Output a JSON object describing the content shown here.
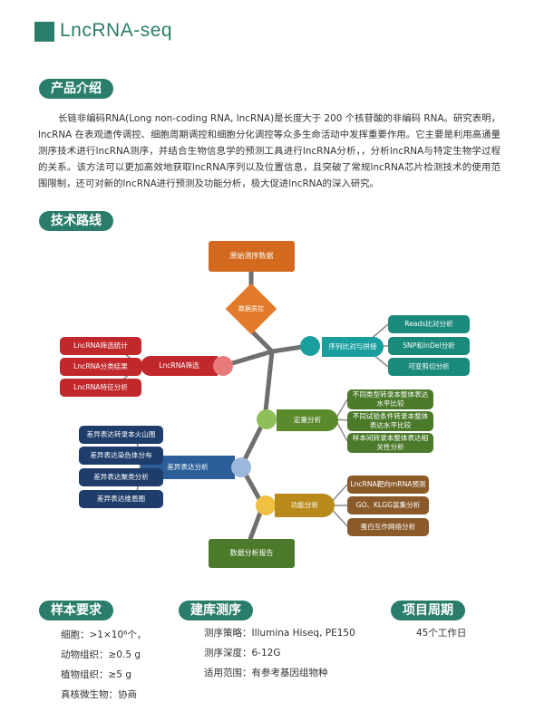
{
  "title": "LncRNA-seq",
  "sections": {
    "intro": "产品介绍",
    "route": "技术路线",
    "sample": "样本要求",
    "library": "建库测序",
    "period": "项目周期"
  },
  "intro_text": "长链非编码RNA(Long non-coding RNA, lncRNA)是长度大于 200 个核苷酸的非编码 RNA。研究表明，lncRNA 在表观遗传调控、细胞周期调控和细胞分化调控等众多生命活动中发挥重要作用。它主要是利用高通量测序技术进行lncRNA测序，并结合生物信息学的预测工具进行lncRNA分析，，分析lncRNA与特定生物学过程的关系。该方法可以更加高效地获取lncRNA序列以及位置信息，且突破了常规lncRNA芯片检测技术的使用范围限制，还可对新的lncRNA进行预测及功能分析，极大促进lncRNA的深入研究。",
  "flow": {
    "start": "原始测序数据",
    "qc": "数据质控",
    "align": "序列比对与拼接",
    "align_items": [
      "Reads比对分析",
      "SNP和InDel分析",
      "可变剪切分析"
    ],
    "filter": "LncRNA筛选",
    "filter_items": [
      "LncRNA筛选统计",
      "LncRNA分类结果",
      "LncRNA特征分析"
    ],
    "quant": "定量分析",
    "quant_items": [
      "不同类型转录本整体表达水平比较",
      "不同试验条件转录本整体表达水平比较",
      "样本间转录本整体表达相关性分析"
    ],
    "diff": "差异表达分析",
    "diff_items": [
      "差异表达转录本火山图",
      "差异表达染色体分布",
      "差异表达聚类分析",
      "差异表达维恩图"
    ],
    "func": "功能分析",
    "func_items": [
      "LncRNA靶向mRNA预测",
      "GO、KLGG富集分析",
      "蛋白互作网络分析"
    ],
    "report": "数据分析报告"
  },
  "sample": [
    "细胞：>1×10⁶个，",
    "动物组织：≥0.5 g",
    "植物组织：≥5 g",
    "真核微生物：协商"
  ],
  "library": [
    "测序策略：Illumina Hiseq, PE150",
    "测序深度：6-12G",
    "适用范围：有参考基因组物种"
  ],
  "period": "45个工作日",
  "colors": {
    "brand": "#2a7d6b",
    "orange": "#d2691e",
    "teal": "#1a9e9e",
    "red": "#c0282c",
    "green": "#5a8a2c",
    "blue": "#2c5f99",
    "navy": "#1e3d6b",
    "mustard": "#b88a1a",
    "brown": "#8a5a2a",
    "grey_line": "#6f6f6f"
  }
}
